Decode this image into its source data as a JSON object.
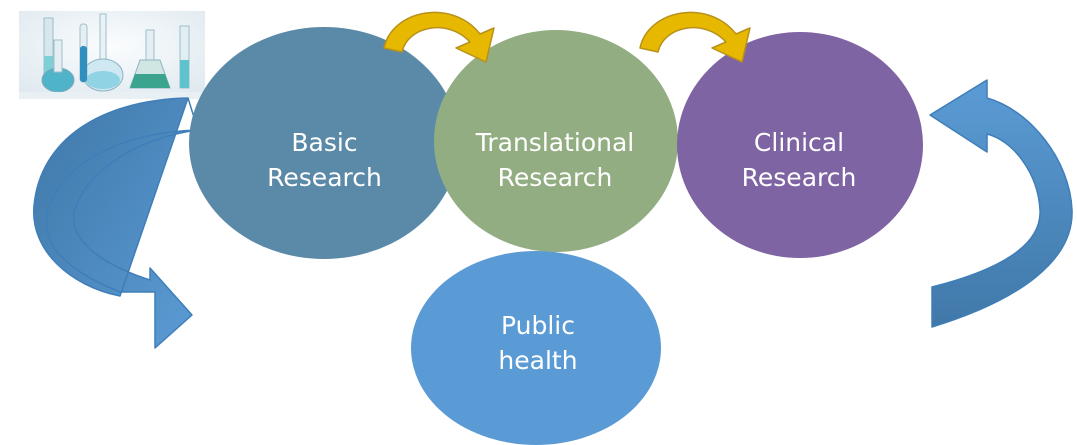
{
  "nodes": {
    "basic_research": {
      "line1": "Basic",
      "line2": "Research"
    },
    "translational_research": {
      "line1": "Translational",
      "line2": "Research"
    },
    "clinical_research": {
      "line1": "Clinical",
      "line2": "Research"
    },
    "public_health": {
      "line1": "Public",
      "line2": "health"
    }
  },
  "colors": {
    "basic": "#5b8aa8",
    "translational": "#93ad82",
    "clinical": "#7f64a3",
    "public_health": "#5b9bd5",
    "blue_arrow": "#5b9bd5",
    "blue_arrow_dark": "#4078a8",
    "gold_arrow": "#e6b800",
    "gold_arrow_edge": "#b8901a"
  },
  "images": {
    "lab_glassware": "lab-glassware-photo"
  }
}
